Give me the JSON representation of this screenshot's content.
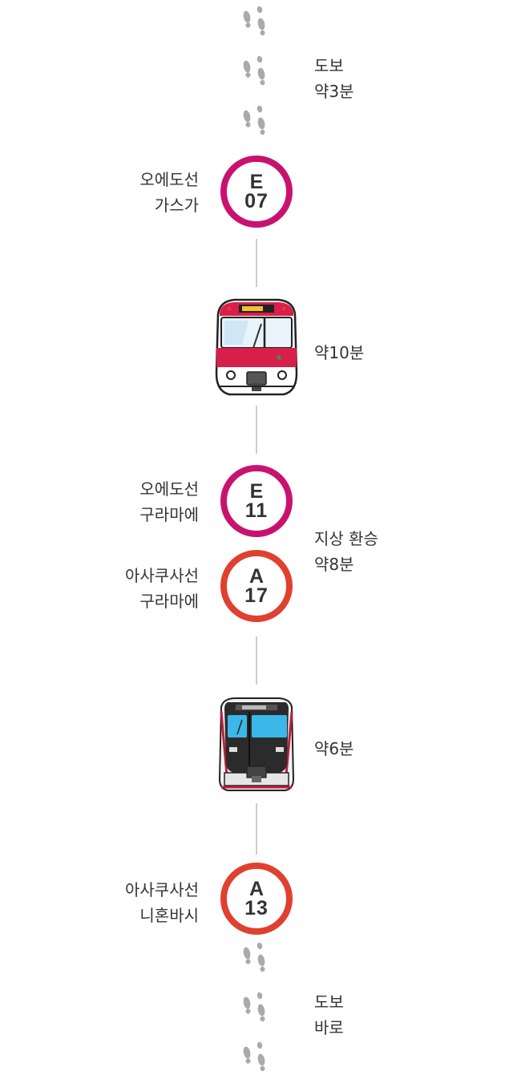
{
  "colors": {
    "oedo_line": "#c8136e",
    "asakusa_line": "#e0402f",
    "connector": "#cccccc",
    "footprint": "#aaaaaa"
  },
  "walk_start": {
    "mode": "도보",
    "time": "약3분",
    "icon": "footprints-icon"
  },
  "station_1": {
    "line": "오에도선",
    "name": "가스가",
    "code_letter": "E",
    "code_number": "07"
  },
  "ride_1": {
    "time": "약10분",
    "icon": "oedo-train-icon"
  },
  "station_2": {
    "line": "오에도선",
    "name": "구라마에",
    "code_letter": "E",
    "code_number": "11"
  },
  "transfer": {
    "label": "지상 환승",
    "time": "약8분"
  },
  "station_3": {
    "line": "아사쿠사선",
    "name": "구라마에",
    "code_letter": "A",
    "code_number": "17"
  },
  "ride_2": {
    "time": "약6분",
    "icon": "asakusa-train-icon"
  },
  "station_4": {
    "line": "아사쿠사선",
    "name": "니혼바시",
    "code_letter": "A",
    "code_number": "13"
  },
  "walk_end": {
    "mode": "도보",
    "time": "바로",
    "icon": "footprints-icon"
  }
}
